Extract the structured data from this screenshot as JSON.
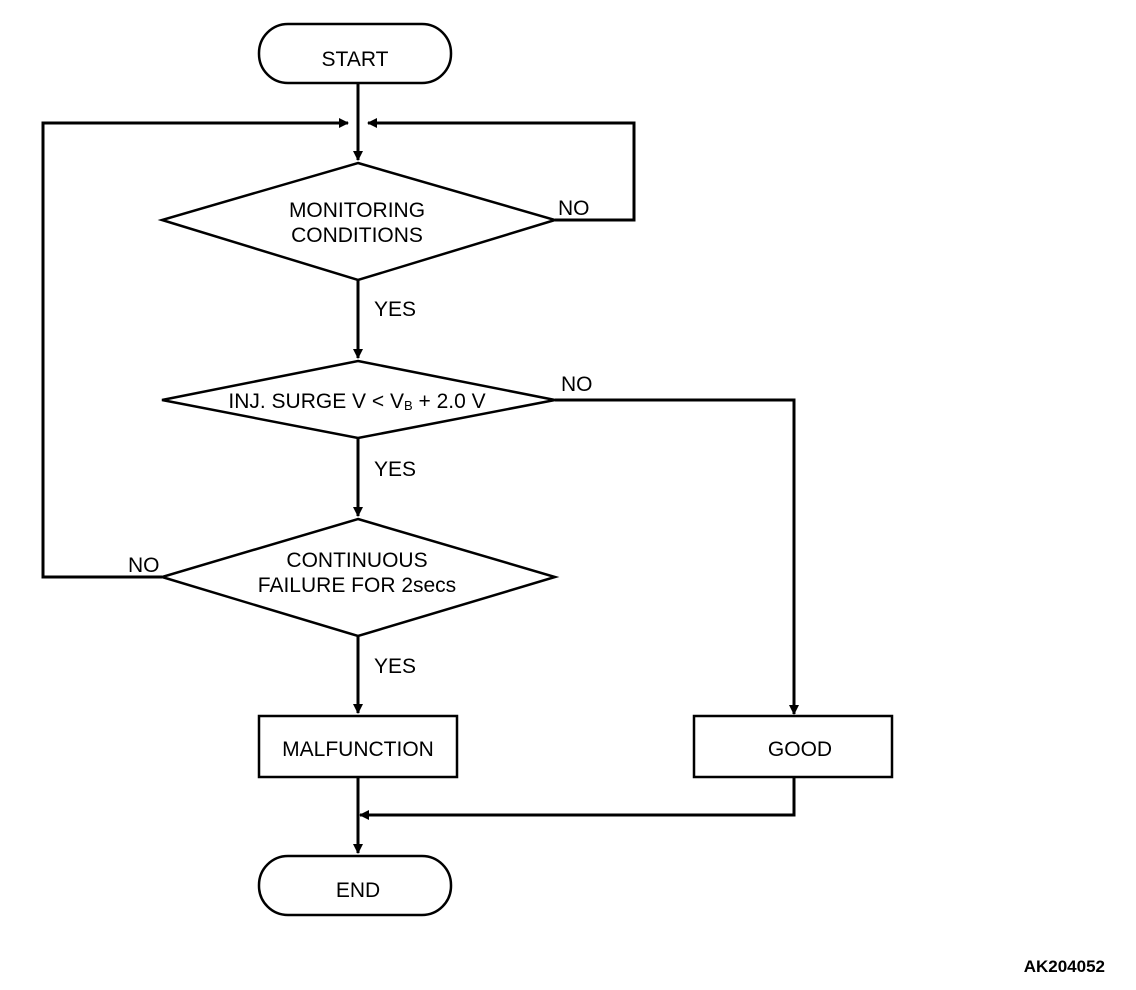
{
  "flowchart": {
    "start": "START",
    "end": "END",
    "decision_monitoring": {
      "line1": "MONITORING",
      "line2": "CONDITIONS",
      "no": "NO",
      "yes": "YES"
    },
    "decision_surge": {
      "prefix": "INJ. SURGE V < V",
      "subscript": "B",
      "suffix": " + 2.0 V",
      "no": "NO",
      "yes": "YES"
    },
    "decision_continuous": {
      "line1": "CONTINUOUS",
      "line2": "FAILURE FOR 2secs",
      "no": "NO",
      "yes": "YES"
    },
    "malfunction": "MALFUNCTION",
    "good": "GOOD"
  },
  "figure_id": "AK204052"
}
